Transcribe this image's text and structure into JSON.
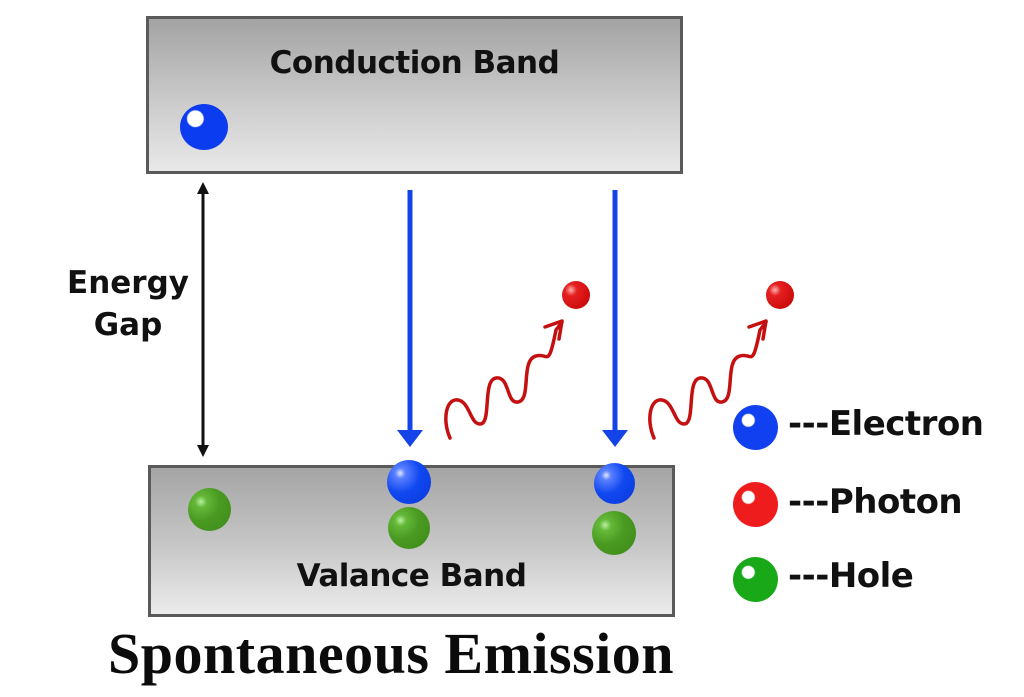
{
  "title": "Spontaneous Emission",
  "bands": {
    "conduction": {
      "label": "Conduction Band"
    },
    "valence": {
      "label": "Valance Band"
    }
  },
  "energy_gap": {
    "line1": "Energy",
    "line2": "Gap"
  },
  "legend": [
    {
      "label": "---Electron",
      "color": "#1040f0",
      "icon": "electron-ball-icon"
    },
    {
      "label": "---Photon",
      "color": "#ee1c1c",
      "icon": "photon-ball-icon"
    },
    {
      "label": "---Hole",
      "color": "#18a818",
      "icon": "hole-ball-icon"
    }
  ],
  "colors": {
    "electron": "#1040f0",
    "photon": "#cc0000",
    "hole": "#4a9a22",
    "transition_arrow": "#1444e8",
    "photon_wave": "#c41010",
    "band_border": "#5a5a5a"
  },
  "transitions": [
    {
      "from": "Conduction Band",
      "to": "Valance Band",
      "emits": "Photon"
    },
    {
      "from": "Conduction Band",
      "to": "Valance Band",
      "emits": "Photon"
    }
  ]
}
